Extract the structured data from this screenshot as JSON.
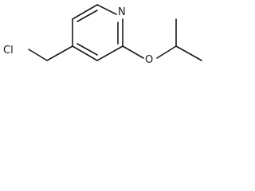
{
  "molecule": {
    "atoms": {
      "nitrogen": "N",
      "chlorine": "Cl",
      "oxygen": "O"
    },
    "colors": {
      "bond": "#1a1a1a",
      "label": "#1a1a1a",
      "background": "#ffffff"
    }
  }
}
